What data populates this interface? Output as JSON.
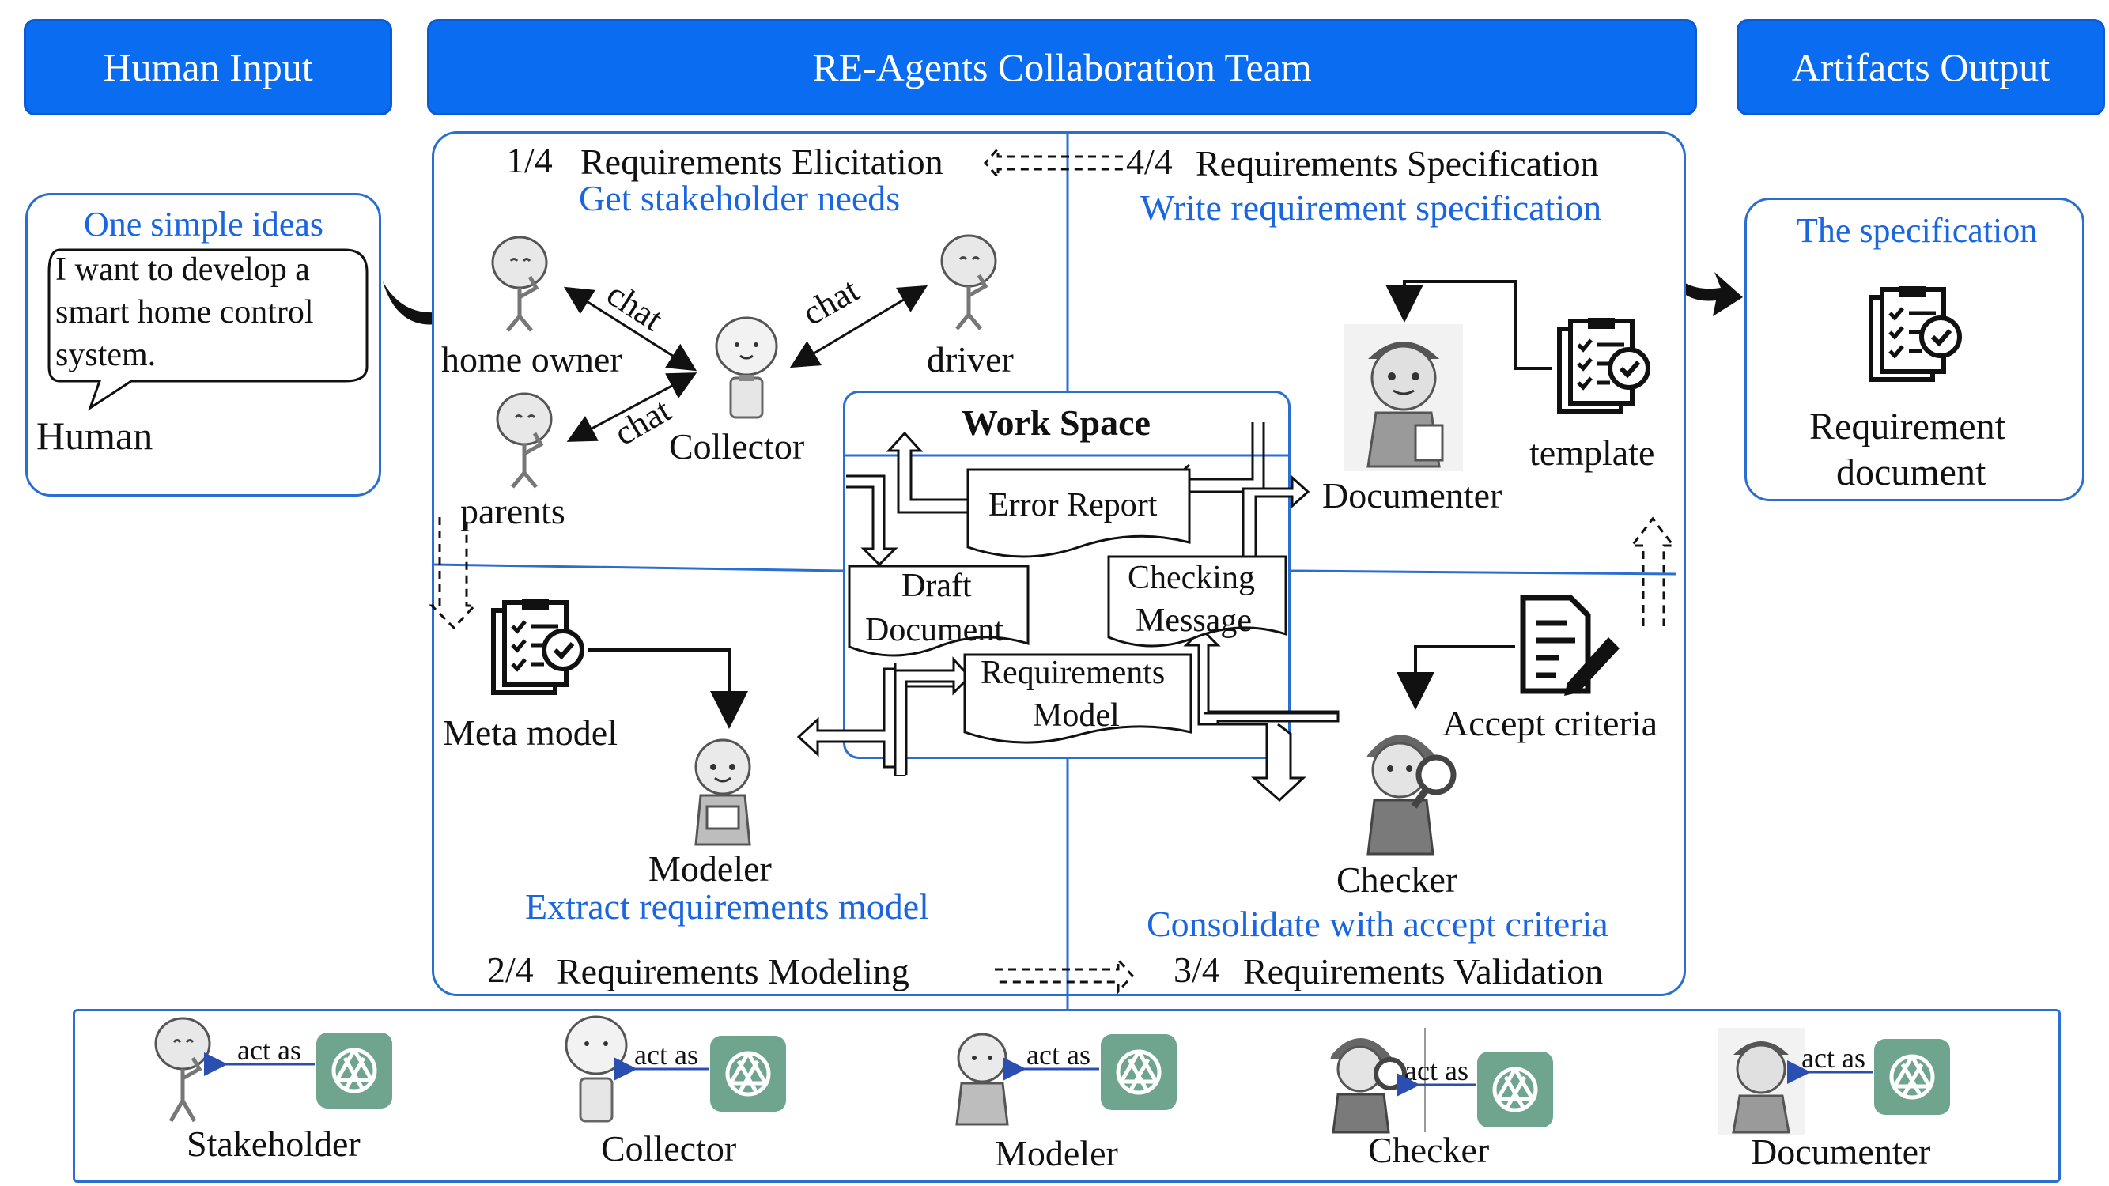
{
  "headers": {
    "human_input": "Human Input",
    "team": "RE-Agents Collaboration Team",
    "artifacts_output": "Artifacts Output"
  },
  "human_panel": {
    "title": "One simple ideas",
    "speech": [
      "I want to develop a",
      "smart home control",
      "system."
    ],
    "actor": "Human"
  },
  "output_panel": {
    "title": "The specification",
    "doc_line1": "Requirement",
    "doc_line2": "document"
  },
  "phases": {
    "elicitation_step": "1/4",
    "elicitation_name": "Requirements Elicitation",
    "elicitation_task": "Get stakeholder needs",
    "spec_step": "4/4",
    "spec_name": "Requirements Specification",
    "spec_task": "Write requirement specification",
    "modeling_step": "2/4",
    "modeling_name": "Requirements Modeling",
    "modeling_task": "Extract requirements model",
    "validation_step": "3/4",
    "validation_name": "Requirements Validation",
    "validation_task": "Consolidate with accept criteria"
  },
  "elicitation": {
    "home_owner": "home owner",
    "driver": "driver",
    "parents": "parents",
    "collector": "Collector",
    "chat": "chat"
  },
  "specification": {
    "documenter": "Documenter",
    "template": "template"
  },
  "modeling": {
    "meta_model": "Meta model",
    "modeler": "Modeler"
  },
  "validation": {
    "accept_criteria": "Accept criteria",
    "checker": "Checker"
  },
  "workspace": {
    "title": "Work Space",
    "error_report": "Error Report",
    "draft_line1": "Draft",
    "draft_line2": "Document",
    "checking_line1": "Checking",
    "checking_line2": "Message",
    "model_line1": "Requirements",
    "model_line2": "Model"
  },
  "roles": {
    "act_as": "act as",
    "stakeholder": "Stakeholder",
    "collector": "Collector",
    "modeler": "Modeler",
    "checker": "Checker",
    "documenter": "Documenter"
  },
  "colors": {
    "header_blue": "#0a6cf0",
    "accent_text_blue": "#1a66e0",
    "gpt_green": "#6fa58f"
  }
}
